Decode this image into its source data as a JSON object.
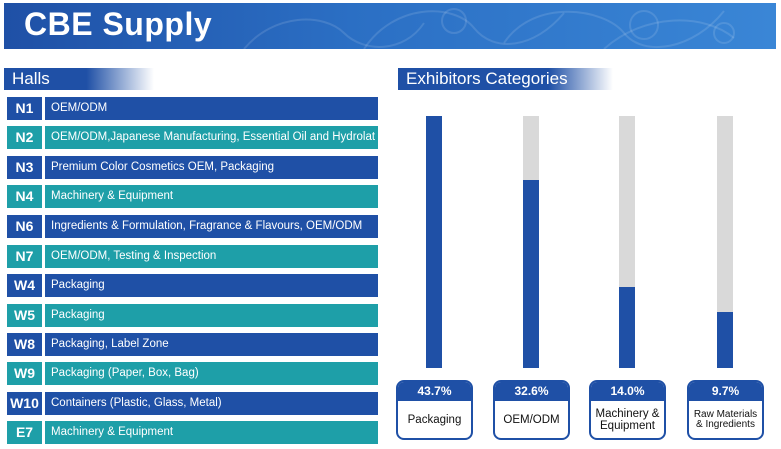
{
  "banner": {
    "title": "CBE Supply"
  },
  "halls": {
    "title": "Halls",
    "items": [
      {
        "code": "N1",
        "desc": "OEM/ODM",
        "color": "#1f50a6"
      },
      {
        "code": "N2",
        "desc": "OEM/ODM,Japanese Manufacturing, Essential Oil and Hydrolat",
        "color": "#1e9fa8"
      },
      {
        "code": "N3",
        "desc": "Premium Color Cosmetics OEM, Packaging",
        "color": "#1f50a6"
      },
      {
        "code": "N4",
        "desc": "Machinery & Equipment",
        "color": "#1e9fa8"
      },
      {
        "code": "N6",
        "desc": "Ingredients & Formulation, Fragrance & Flavours, OEM/ODM",
        "color": "#1f50a6"
      },
      {
        "code": "N7",
        "desc": "OEM/ODM, Testing & Inspection",
        "color": "#1e9fa8"
      },
      {
        "code": "W4",
        "desc": "Packaging",
        "color": "#1f50a6"
      },
      {
        "code": "W5",
        "desc": "Packaging",
        "color": "#1e9fa8"
      },
      {
        "code": "W8",
        "desc": "Packaging, Label Zone",
        "color": "#1f50a6"
      },
      {
        "code": "W9",
        "desc": "Packaging (Paper, Box, Bag)",
        "color": "#1e9fa8"
      },
      {
        "code": "W10",
        "desc": "Containers (Plastic, Glass, Metal)",
        "color": "#1f50a6"
      },
      {
        "code": "E7",
        "desc": "Machinery & Equipment",
        "color": "#1e9fa8"
      }
    ]
  },
  "chart_data": {
    "type": "bar",
    "title": "Exhibitors Categories",
    "categories": [
      "Packaging",
      "OEM/ODM",
      "Machinery & Equipment",
      "Raw Materials & Ingredients"
    ],
    "category_lines": [
      [
        "Packaging"
      ],
      [
        "OEM/ODM"
      ],
      [
        "Machinery &",
        "Equipment"
      ],
      [
        "Raw Materials",
        "& Ingredients"
      ]
    ],
    "values": [
      43.7,
      32.6,
      14.0,
      9.7
    ],
    "value_labels": [
      "43.7%",
      "32.6%",
      "14.0%",
      "9.7%"
    ],
    "ylim": [
      0,
      43.7
    ],
    "bar_color": "#1f50a6",
    "track_color": "#d9d9d9"
  }
}
